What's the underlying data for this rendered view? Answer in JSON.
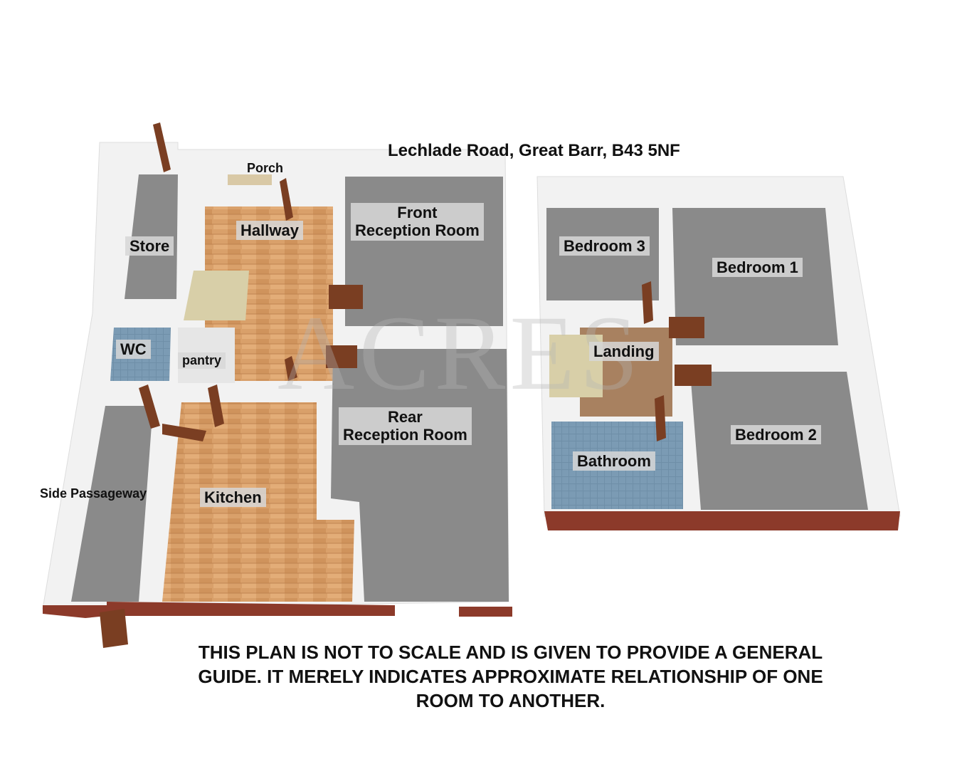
{
  "title": "Lechlade Road, Great Barr, B43 5NF",
  "watermark": "ACRES",
  "ground_floor": {
    "rooms": {
      "porch": "Porch",
      "hallway": "Hallway",
      "store": "Store",
      "front_reception_line1": "Front",
      "front_reception_line2": "Reception Room",
      "wc": "WC",
      "pantry": "pantry",
      "rear_reception_line1": "Rear",
      "rear_reception_line2": "Reception Room",
      "side_passageway": "Side Passageway",
      "kitchen": "Kitchen"
    }
  },
  "first_floor": {
    "rooms": {
      "bedroom3": "Bedroom 3",
      "bedroom1": "Bedroom 1",
      "landing": "Landing",
      "bathroom": "Bathroom",
      "bedroom2": "Bedroom 2"
    }
  },
  "disclaimer": {
    "line1": "THIS PLAN IS NOT TO SCALE AND IS GIVEN TO PROVIDE A GENERAL",
    "line2": "GUIDE. IT MERELY INDICATES APPROXIMATE RELATIONSHIP OF ONE",
    "line3": "ROOM TO ANOTHER."
  },
  "colors": {
    "floor_gray": "#8a8a8a",
    "wood": "#d9a06a",
    "tile_blue": "#6f8fa8",
    "carpet_brown": "#a88160",
    "brick": "#8c3a2a",
    "door": "#7a3e22",
    "wall": "#f2f2f2"
  }
}
